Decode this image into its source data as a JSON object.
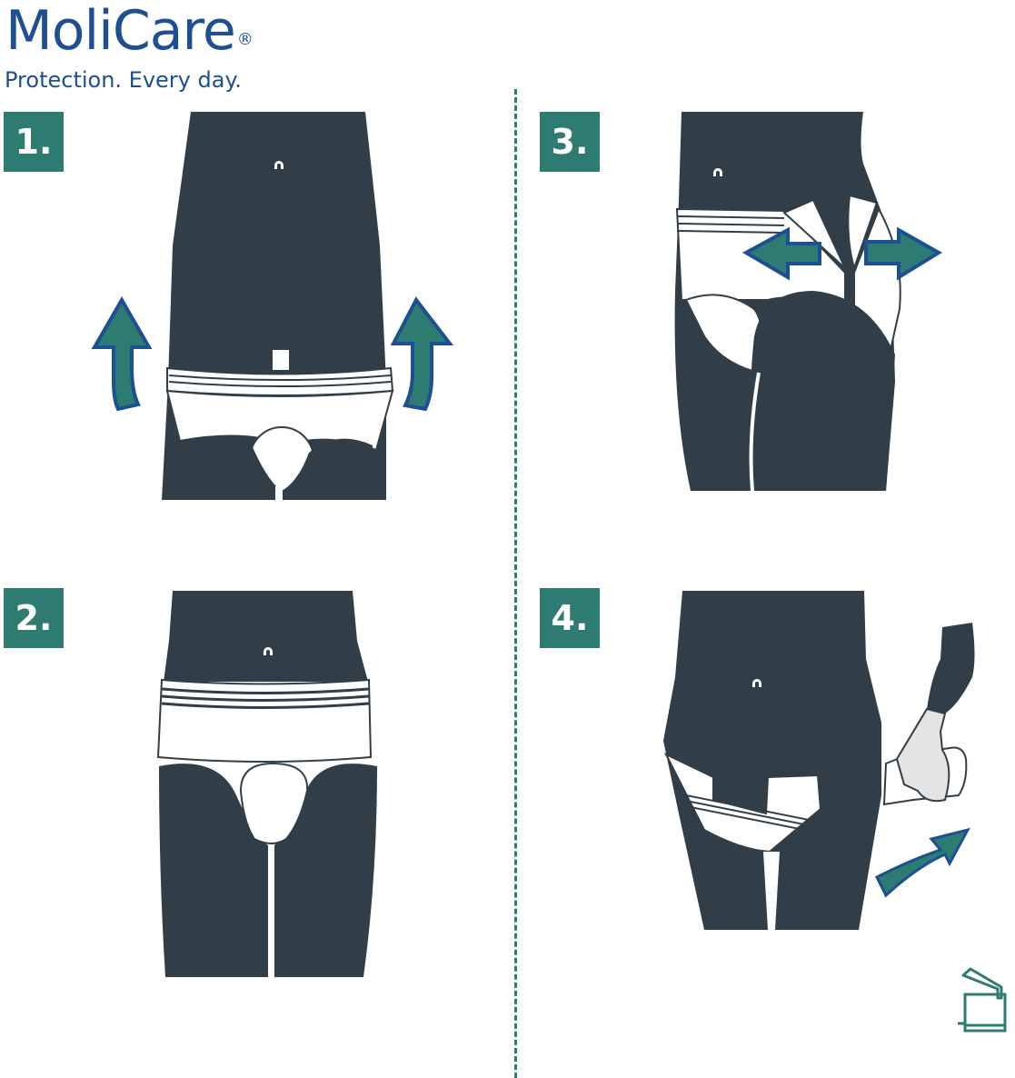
{
  "header": {
    "brand_name": "MoliCare",
    "brand_mark": "®",
    "tagline": "Protection. Every day."
  },
  "steps": [
    {
      "number": "1.",
      "description": "pull-up-pants-arrows"
    },
    {
      "number": "2.",
      "description": "pants-worn-front"
    },
    {
      "number": "3.",
      "description": "tear-side-seams-arrows"
    },
    {
      "number": "4.",
      "description": "remove-and-dispose"
    }
  ],
  "icons": {
    "disposal": "trash-bin-icon"
  },
  "colors": {
    "brand_blue": "#1f4f93",
    "teal": "#2e7b71",
    "body": "#323e47",
    "arrow_outline": "#1c4f94"
  }
}
